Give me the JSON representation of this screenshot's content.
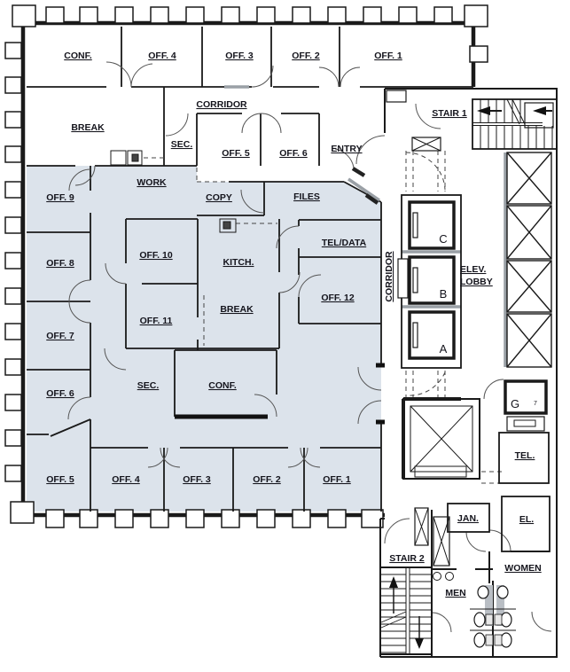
{
  "colors": {
    "suite_fill": "#dce3eb",
    "wall": "#1a1a1a",
    "text": "#14141c",
    "gray_accent": "#9aa0a6"
  },
  "rooms": {
    "top_band": {
      "conf": "CONF.",
      "off4": "OFF. 4",
      "off3": "OFF. 3",
      "off2": "OFF. 2",
      "off1": "OFF. 1",
      "corridor": "CORRIDOR",
      "break": "BREAK",
      "sec": "SEC.",
      "off5": "OFF. 5",
      "off6": "OFF. 6",
      "entry": "ENTRY"
    },
    "suite": {
      "work": "WORK",
      "copy": "COPY",
      "files": "FILES",
      "off9": "OFF. 9",
      "off8": "OFF. 8",
      "off7": "OFF. 7",
      "off6": "OFF. 6",
      "off5": "OFF. 5",
      "off10": "OFF. 10",
      "off11": "OFF. 11",
      "kitch": "KITCH.",
      "teldata": "TEL/DATA",
      "break": "BREAK",
      "off12": "OFF. 12",
      "sec": "SEC.",
      "conf": "CONF.",
      "off4": "OFF. 4",
      "off3": "OFF. 3",
      "off2": "OFF. 2",
      "off1": "OFF. 1"
    },
    "core": {
      "stair1": "STAIR 1",
      "corridor": "CORRIDOR",
      "elev_line1": "ELEV.",
      "elev_line2": "LOBBY",
      "car_c": "C",
      "car_b": "B",
      "car_a": "A",
      "g_room": "G",
      "g_tag": "7",
      "tel": "TEL.",
      "jan": "JAN.",
      "el": "EL.",
      "stair2": "STAIR 2",
      "men": "MEN",
      "women": "WOMEN"
    }
  }
}
